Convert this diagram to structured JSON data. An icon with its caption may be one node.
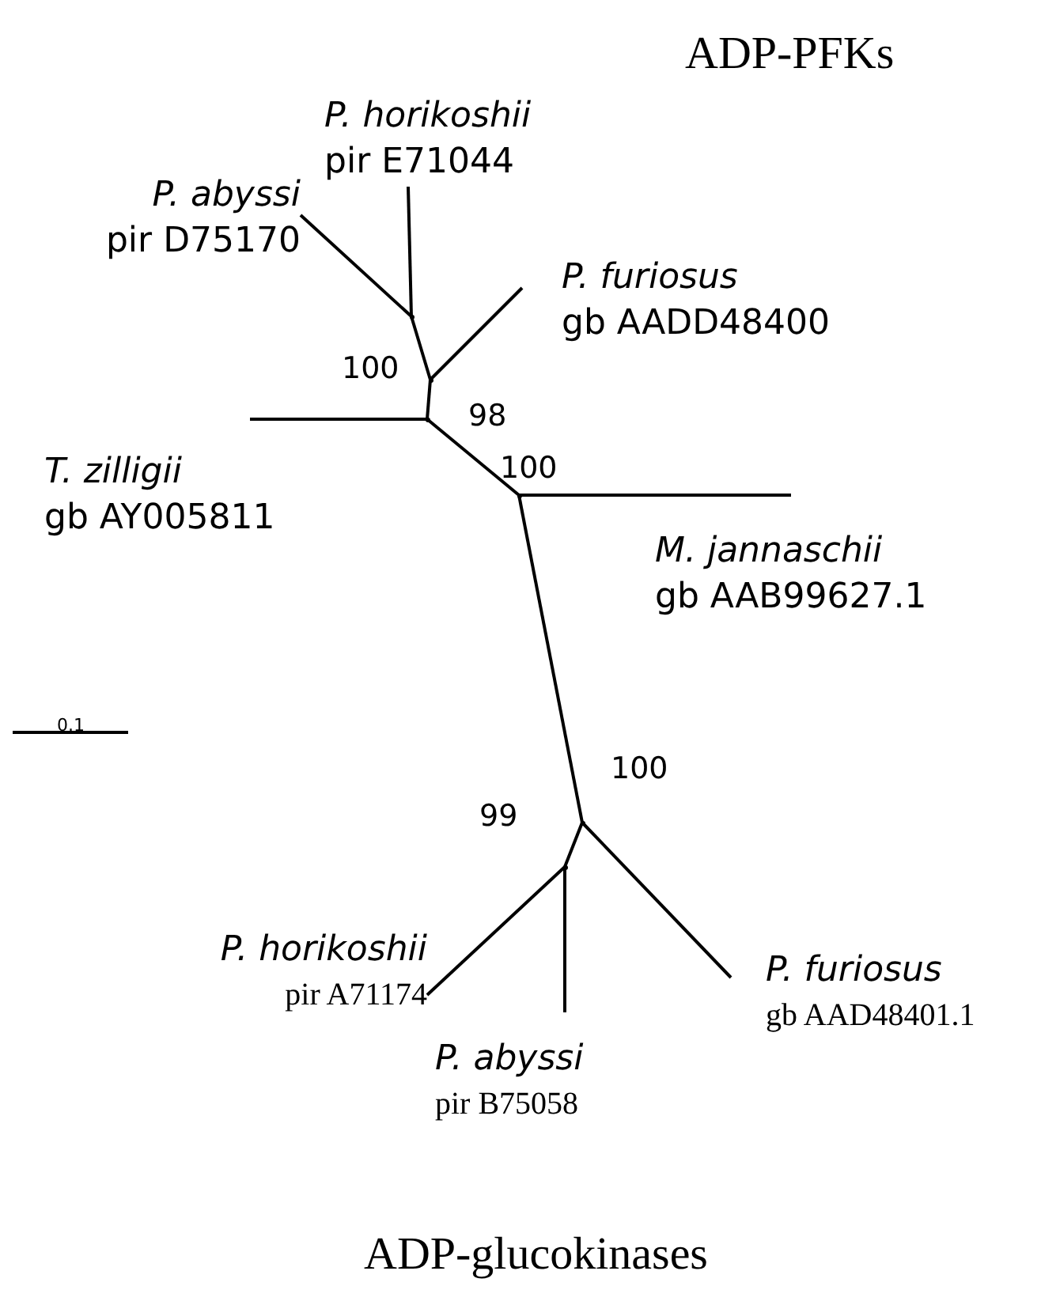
{
  "diagram": {
    "nodes": [
      {
        "text": [
          "P. horikoshii",
          "pir E71044"
        ]
      },
      {
        "text": [
          "P. abyssi",
          "pir D75170"
        ]
      },
      {
        "text": [
          "P. furiosus",
          "gb AADD48400"
        ]
      },
      {
        "text": [
          "T. zilligii",
          "gb AY005811"
        ]
      },
      {
        "text": [
          "M. jannaschii",
          "gb AAB99627.1"
        ]
      },
      {
        "text": [
          "P. horikoshii",
          "pir A71174"
        ]
      },
      {
        "text": [
          "P. furiosus",
          "gb AAD48401.1"
        ]
      },
      {
        "text": [
          "P. abyssi",
          "pir B75058"
        ]
      },
      {
        "text": [],
        "shape": "point"
      },
      {
        "text": [],
        "shape": "point"
      },
      {
        "text": [],
        "shape": "point"
      },
      {
        "text": [],
        "shape": "point"
      },
      {
        "text": [],
        "shape": "point"
      },
      {
        "text": [],
        "shape": "point"
      }
    ],
    "edges": [
      {
        "from": 8,
        "to": 1,
        "arrow": "none"
      },
      {
        "from": 8,
        "to": 0,
        "arrow": "none"
      },
      {
        "from": 9,
        "to": 8,
        "arrow": "none"
      },
      {
        "from": 9,
        "to": 2,
        "arrow": "none"
      },
      {
        "from": 10,
        "to": 9,
        "arrow": "none"
      },
      {
        "from": 10,
        "to": 3,
        "arrow": "none"
      },
      {
        "from": 10,
        "to": 11,
        "arrow": "none"
      },
      {
        "from": 11,
        "to": 4,
        "arrow": "none"
      },
      {
        "from": 11,
        "to": 12,
        "arrow": "none"
      },
      {
        "from": 12,
        "to": 13,
        "arrow": "none"
      },
      {
        "from": 13,
        "to": 5,
        "arrow": "none"
      },
      {
        "from": 13,
        "to": 7,
        "arrow": "none"
      },
      {
        "from": 12,
        "to": 6,
        "arrow": "none"
      }
    ],
    "labels": [
      "ADP-PFKs",
      "100",
      "98",
      "100",
      "0.1",
      "100",
      "99",
      "ADP-glucokinases"
    ]
  }
}
